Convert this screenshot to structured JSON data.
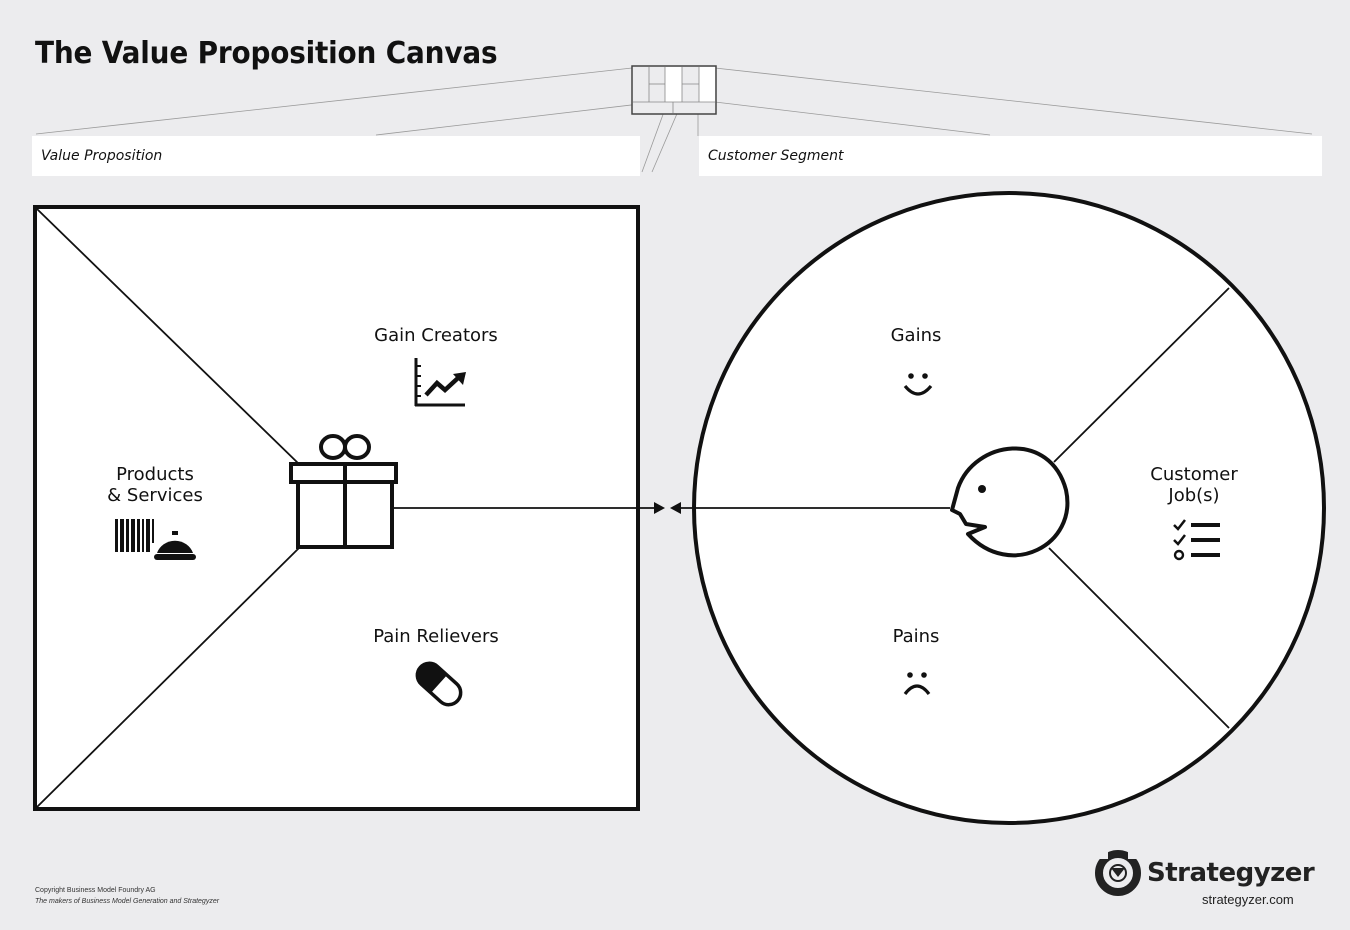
{
  "title": "The Value Proposition Canvas",
  "name_fields": {
    "value_proposition": {
      "placeholder": "Value Proposition",
      "value": ""
    },
    "customer_segment": {
      "placeholder": "Customer Segment",
      "value": ""
    }
  },
  "value_map": {
    "gain_creators": {
      "label": "Gain Creators",
      "icon": "trending-up-chart-icon"
    },
    "products_services": {
      "label_line1": "Products",
      "label_line2": "& Services",
      "icon": "barcode-service-bell-icon"
    },
    "pain_relievers": {
      "label": "Pain Relievers",
      "icon": "pill-capsule-icon"
    },
    "center_icon": "gift-box-icon"
  },
  "customer_profile": {
    "gains": {
      "label": "Gains",
      "icon": "smiley-face-icon"
    },
    "customer_jobs": {
      "label_line1": "Customer",
      "label_line2": "Job(s)",
      "icon": "checklist-icon"
    },
    "pains": {
      "label": "Pains",
      "icon": "sad-face-icon"
    },
    "center_icon": "customer-head-icon"
  },
  "fit_connector": {
    "icon": "fit-arrows-icon"
  },
  "footer": {
    "copyright": "Copyright Business Model Foundry AG",
    "tagline": "The makers of Business Model Generation and Strategyzer"
  },
  "brand": {
    "name": "Strategyzer",
    "url": "strategyzer.com",
    "logo_icon": "strategyzer-logo-icon"
  },
  "colors": {
    "background": "#ececee",
    "panel": "#ffffff",
    "stroke": "#111111",
    "guide_lines": "#9a9a9a"
  }
}
